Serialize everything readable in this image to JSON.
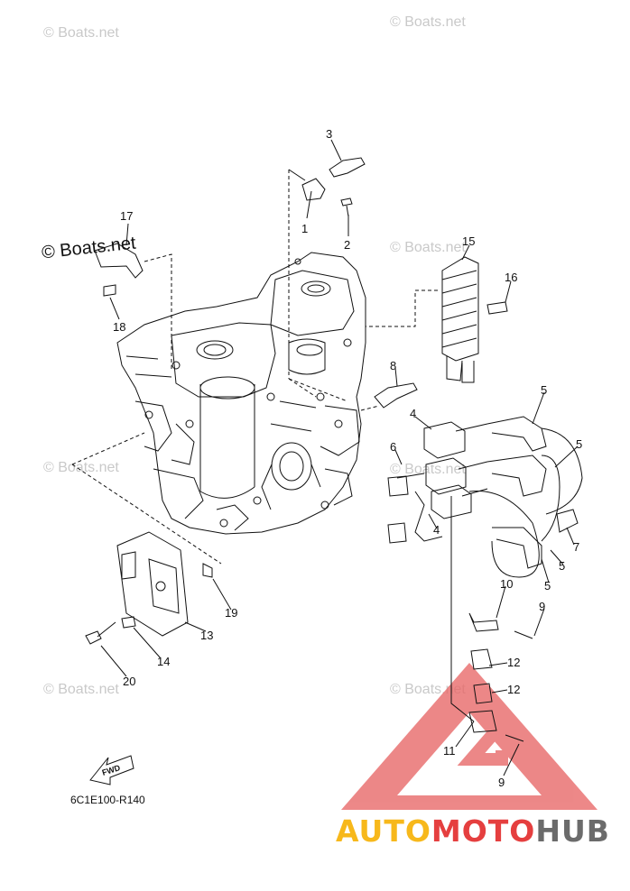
{
  "watermarks": {
    "small": "© Boats.net",
    "big": "© Boats.net"
  },
  "drawing_code": "6C1E100-R140",
  "fwd_label": "FWD",
  "brand": {
    "part1": "AUTO",
    "part2": "MOTO",
    "part3": "HUB"
  },
  "callouts": [
    "1",
    "2",
    "3",
    "4",
    "4",
    "5",
    "5",
    "5",
    "5",
    "6",
    "7",
    "8",
    "9",
    "9",
    "10",
    "11",
    "12",
    "12",
    "13",
    "14",
    "15",
    "16",
    "17",
    "18",
    "19",
    "20"
  ],
  "colors": {
    "line": "#111111",
    "watermark": "#c9c9c9",
    "logo_red": "#e53f3f",
    "logo_yellow": "#f7b81b",
    "logo_gray": "#6b6b6b"
  }
}
